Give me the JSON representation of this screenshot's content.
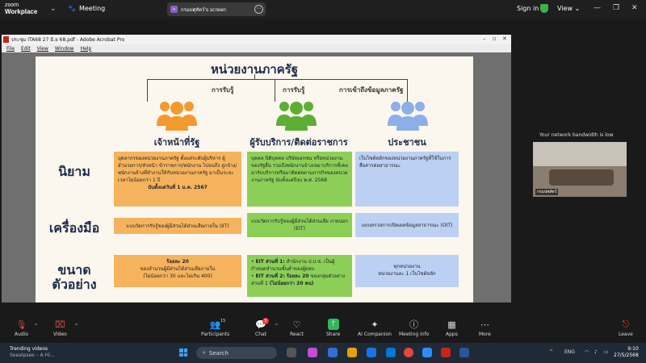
{
  "zoom": {
    "logo_line1": "zoom",
    "logo_line2": "Workplace",
    "meeting_label": "Meeting",
    "share_pill_text": "กรมปศุสัตว์'s screen",
    "sign_in": "Sign in",
    "view": "View",
    "bandwidth_note": "Your network bandwidth is low",
    "participant_name": "กรมปศุสัตว์",
    "toolbar": {
      "audio": "Audio",
      "video": "Video",
      "participants": "Participants",
      "participants_count": "15",
      "chat": "Chat",
      "chat_badge": "5",
      "react": "React",
      "share": "Share",
      "ai": "AI Companion",
      "info": "Meeting info",
      "apps": "Apps",
      "more": "More",
      "leave": "Leave"
    }
  },
  "acrobat": {
    "title": "ประชุม ITA68 27 มิ.ย 68.pdf - Adobe Acrobat Pro",
    "menu": [
      "File",
      "Edit",
      "View",
      "Window",
      "Help"
    ]
  },
  "slide": {
    "title": "หน่วยงานภาครัฐ",
    "branches": [
      "การรับรู้",
      "การรับรู้",
      "การเข้าถึงข้อมูลภาครัฐ"
    ],
    "columns": [
      "เจ้าหน้าที่รัฐ",
      "ผู้รับบริการ/ติดต่อราชการ",
      "ประชาชน"
    ],
    "rows": [
      "นิยาม",
      "เครื่องมือ",
      "ขนาด\nตัวอย่าง"
    ],
    "def_official": "บุคลากรของหน่วยงานภาครัฐ ตั้งแต่ระดับผู้บริหาร ผู้อำนวยการ/หัวหน้า ข้าราชการ/พนักงาน ไปจนถึง ลูกจ้าง/พนักงานจ้างที่ทำงานให้กับหน่วยงานภาครัฐ มาเป็นระยะเวลาไม่น้อยกว่า 1 ปี",
    "def_official_bold": "นับตั้งแต่วันที่ 1 ม.ค. 2567",
    "def_service": "บุคคล นิติบุคคล บริษัทเอกชน หรือหน่วยงานของรัฐอื่น รวมถึงพนักงานจ้างเหมาบริการที่เคยมารับบริการหรือมาติดต่อตามภารกิจของหน่วยงานภาครัฐ นับตั้งแต่ปีงบ พ.ศ. 2568",
    "def_public": "เว็บไซต์หลักของหน่วยงานภาครัฐที่ใช้ในการสื่อสารต่อสาธารณะ",
    "tool_official": "แบบวัดการรับรู้ของผู้มีส่วนได้ส่วนเสียภายใน (IIT)",
    "tool_service": "แบบวัดการรับรู้ของผู้มีส่วนได้ส่วนเสีย ภายนอก (EIT)",
    "tool_public": "แบบตรวจการเปิดเผยข้อมูลสาธารณะ (OIT)",
    "size_official_bold": "ร้อยละ 20",
    "size_official_1": "ของจำนวนผู้มีส่วนได้ส่วนเสียภายใน",
    "size_official_2": "(ไม่น้อยกว่า 30 และไม่เกิน 400)",
    "size_service_1_bold": "EIT ส่วนที่ 1:",
    "size_service_1": "สำนักงาน ป.ป.ช. เป็นผู้กำหนดจำนวนขั้นต่ำของผู้ตอบ",
    "size_service_2_bold": "EIT ส่วนที่ 2: ร้อยละ 20",
    "size_service_2": "ของกลุ่มตัวอย่างส่วนที่ 1",
    "size_service_2_tail": "(ไม่น้อยกว่า 20 คน)",
    "size_public_1": "ทุกหน่วยงาน",
    "size_public_2": "หน่วยงานละ 1 เว็บไซต์หลัก"
  },
  "taskbar": {
    "trend_title": "Trending videos",
    "trend_sub": "Seealpsee – A Hi...",
    "search": "Search",
    "lang": "ENG",
    "time": "9:10",
    "date": "27/5/2568"
  },
  "colors": {
    "orange": "#f6b35d",
    "green": "#8ccf57",
    "blue": "#bcd0f3",
    "leave_red": "#e04a3f"
  }
}
